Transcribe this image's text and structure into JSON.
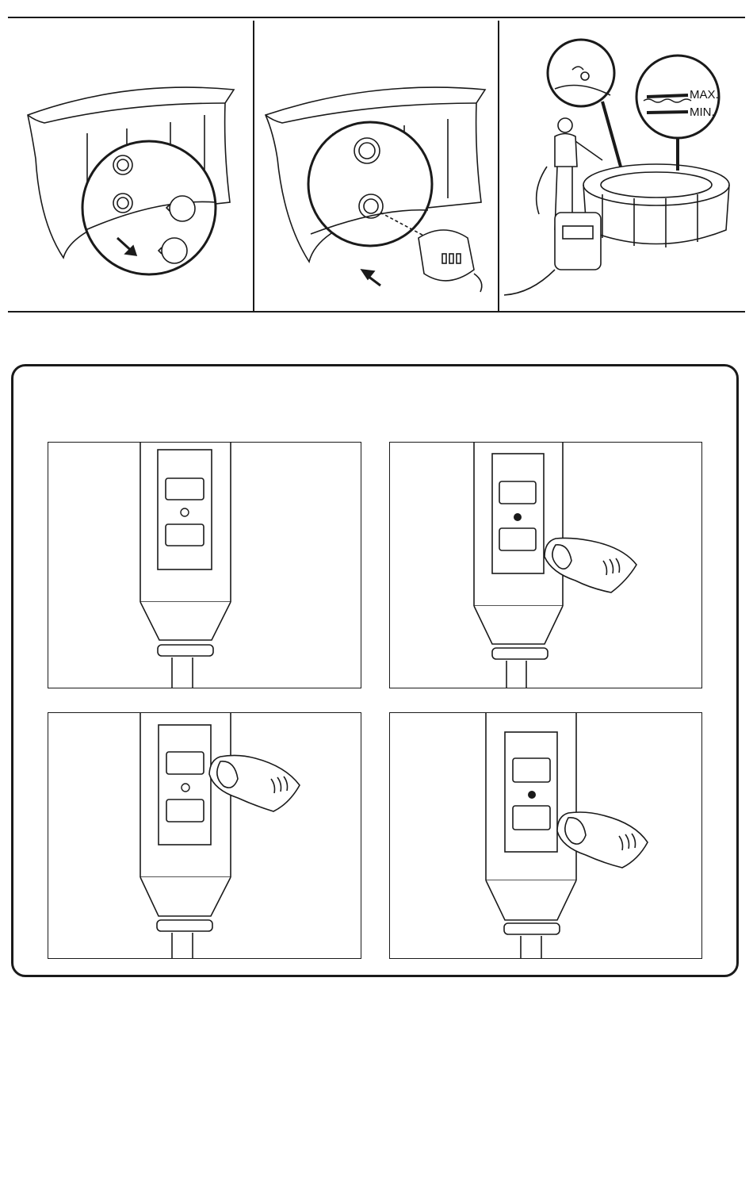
{
  "top_strip": {
    "panels": [
      {
        "id": "remove-caps",
        "icon": "spa-wall-jet-caps-icon"
      },
      {
        "id": "install-filter",
        "icon": "spa-filter-cartridge-icon"
      },
      {
        "id": "fill-water",
        "icon": "person-filling-spa-icon"
      }
    ],
    "water_level": {
      "max_label": "MAX.",
      "min_label": "MIN."
    }
  },
  "gfci_test": {
    "panels": [
      {
        "id": "plug-idle",
        "indicator": "off",
        "finger": false
      },
      {
        "id": "press-reset",
        "indicator": "on",
        "finger": "lower-right"
      },
      {
        "id": "press-test",
        "indicator": "off",
        "finger": "upper-right"
      },
      {
        "id": "press-reset-again",
        "indicator": "on",
        "finger": "lower-right"
      }
    ]
  },
  "colors": {
    "line": "#1a1a1a",
    "background": "#ffffff"
  }
}
